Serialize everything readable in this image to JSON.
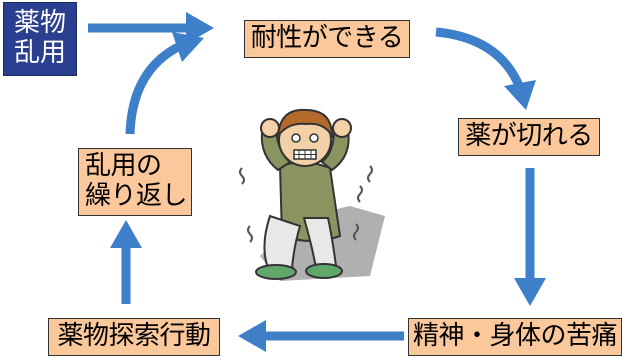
{
  "nodes": {
    "start_line1": "薬物",
    "start_line2": "乱用",
    "tolerance": "耐性ができる",
    "wear_off": "薬が切れる",
    "suffering": "精神・身体の苦痛",
    "seeking": "薬物探索行動",
    "repeat_line1": "乱用の",
    "repeat_line2": "繰り返し"
  },
  "colors": {
    "node_fill": "#fbc89b",
    "start_fill": "#2a3f8f",
    "arrow": "#3d7fc8"
  },
  "icons": {
    "arrow": "arrow-icon",
    "figure": "distressed-person-figure"
  }
}
